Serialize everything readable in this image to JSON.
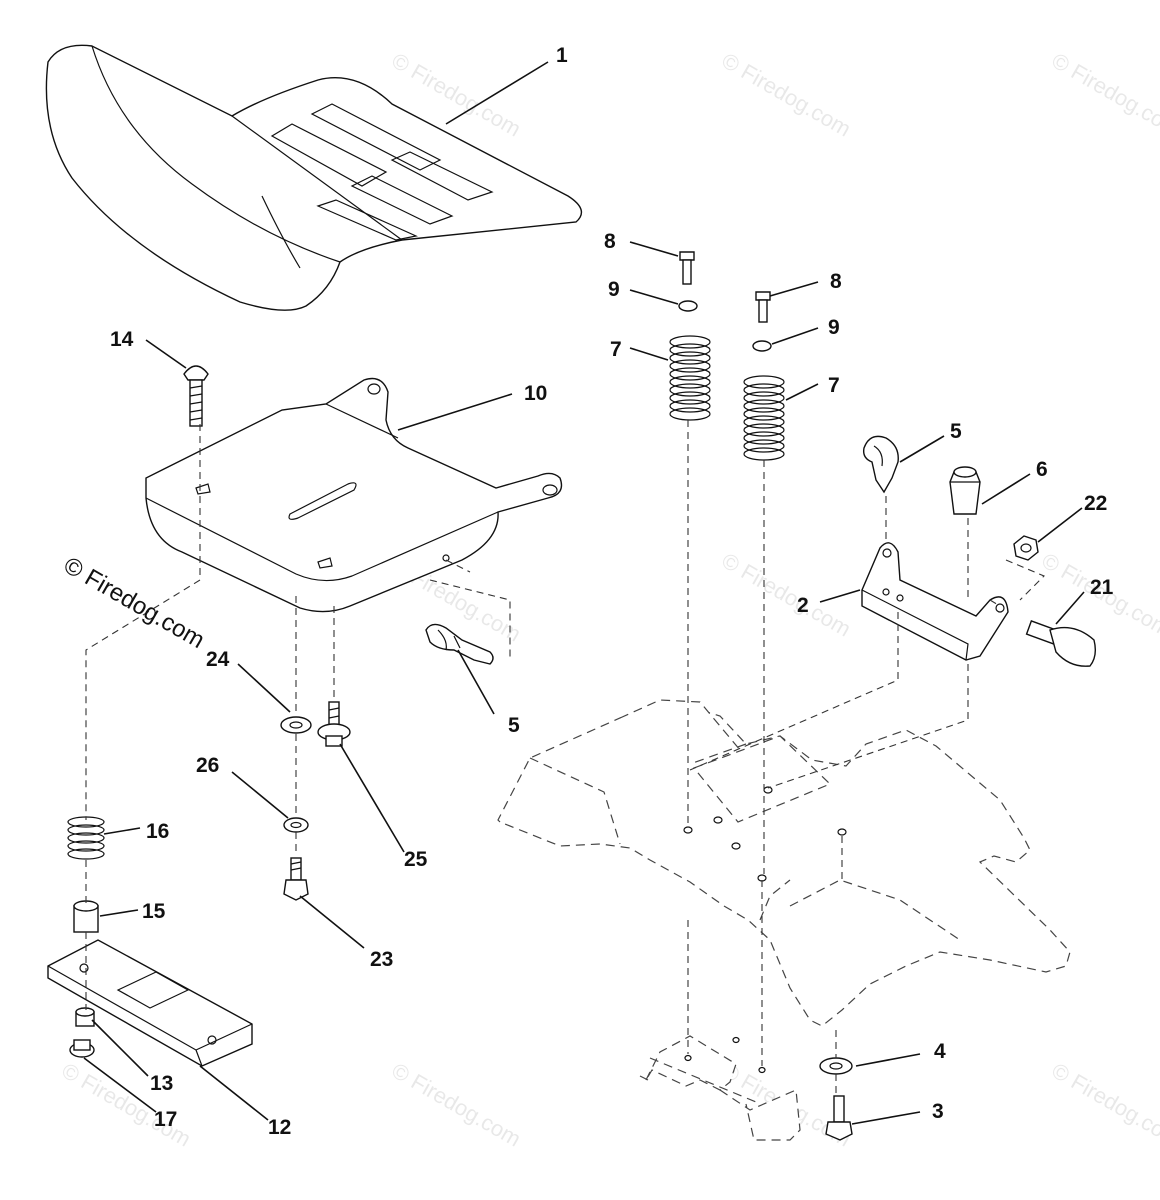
{
  "watermark": {
    "text": "© Firedog.com",
    "prominent_text": "© Firedog.com"
  },
  "callouts": [
    {
      "id": "c1",
      "label": "1"
    },
    {
      "id": "c2",
      "label": "2"
    },
    {
      "id": "c3",
      "label": "3"
    },
    {
      "id": "c4",
      "label": "4"
    },
    {
      "id": "c5a",
      "label": "5"
    },
    {
      "id": "c5b",
      "label": "5"
    },
    {
      "id": "c6",
      "label": "6"
    },
    {
      "id": "c7a",
      "label": "7"
    },
    {
      "id": "c7b",
      "label": "7"
    },
    {
      "id": "c8a",
      "label": "8"
    },
    {
      "id": "c8b",
      "label": "8"
    },
    {
      "id": "c9a",
      "label": "9"
    },
    {
      "id": "c9b",
      "label": "9"
    },
    {
      "id": "c10",
      "label": "10"
    },
    {
      "id": "c12",
      "label": "12"
    },
    {
      "id": "c13",
      "label": "13"
    },
    {
      "id": "c14",
      "label": "14"
    },
    {
      "id": "c15",
      "label": "15"
    },
    {
      "id": "c16",
      "label": "16"
    },
    {
      "id": "c17",
      "label": "17"
    },
    {
      "id": "c21",
      "label": "21"
    },
    {
      "id": "c22",
      "label": "22"
    },
    {
      "id": "c23",
      "label": "23"
    },
    {
      "id": "c24",
      "label": "24"
    },
    {
      "id": "c25",
      "label": "25"
    },
    {
      "id": "c26",
      "label": "26"
    }
  ]
}
